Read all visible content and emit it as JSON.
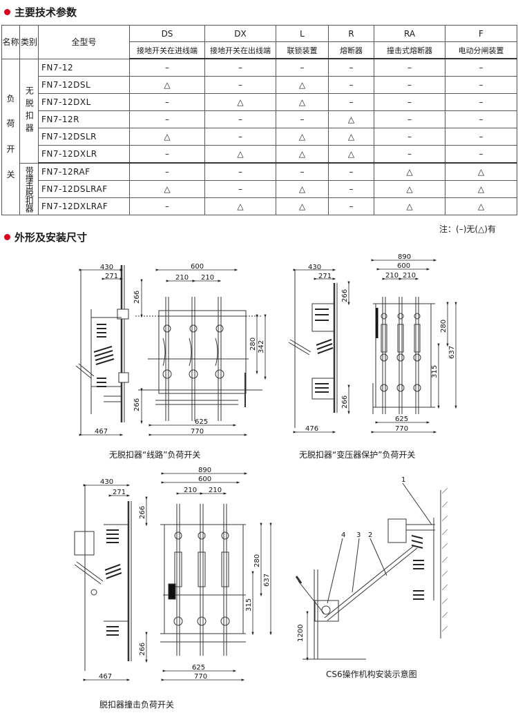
{
  "section1_title": "主要技术参数",
  "section2_title": "外形及安装尺寸",
  "table": {
    "header_name": "名称",
    "header_category": "类别",
    "header_model": "全型号",
    "columns": [
      {
        "code": "DS",
        "desc": "接地开关在进线端"
      },
      {
        "code": "DX",
        "desc": "接地开关在出线端"
      },
      {
        "code": "L",
        "desc": "联锁装置"
      },
      {
        "code": "R",
        "desc": "熔断器"
      },
      {
        "code": "RA",
        "desc": "撞击式熔断器"
      },
      {
        "code": "F",
        "desc": "电动分闸装置"
      }
    ],
    "name_chars": [
      "负",
      "荷",
      "开",
      "关"
    ],
    "group1": "无脱扣器",
    "group2": "带撞击脱扣器",
    "rows": [
      {
        "model": "FN7-12",
        "c": [
          "–",
          "–",
          "–",
          "–",
          "–",
          "–"
        ]
      },
      {
        "model": "FN7-12DSL",
        "c": [
          "△",
          "–",
          "△",
          "–",
          "–",
          "–"
        ]
      },
      {
        "model": "FN7-12DXL",
        "c": [
          "–",
          "△",
          "△",
          "–",
          "–",
          "–"
        ]
      },
      {
        "model": "FN7-12R",
        "c": [
          "–",
          "–",
          "–",
          "△",
          "–",
          "–"
        ]
      },
      {
        "model": "FN7-12DSLR",
        "c": [
          "△",
          "–",
          "△",
          "△",
          "–",
          "–"
        ]
      },
      {
        "model": "FN7-12DXLR",
        "c": [
          "–",
          "△",
          "△",
          "△",
          "–",
          "–"
        ]
      },
      {
        "model": "FN7-12RAF",
        "c": [
          "–",
          "–",
          "–",
          "–",
          "△",
          "△"
        ]
      },
      {
        "model": "FN7-12DSLRAF",
        "c": [
          "△",
          "–",
          "△",
          "–",
          "△",
          "△"
        ]
      },
      {
        "model": "FN7-12DXLRAF",
        "c": [
          "–",
          "△",
          "△",
          "–",
          "△",
          "△"
        ]
      }
    ]
  },
  "note": "注：(–)无(△)有",
  "captions": {
    "d1": "无脱扣器“线路”负荷开关",
    "d2": "无脱扣器“变压器保护”负荷开关",
    "d3": "脱扣器撞击负荷开关",
    "d4": "CS6操作机构安装示意图"
  },
  "dims": {
    "d430": "430",
    "d271": "271",
    "d600": "600",
    "d210": "210",
    "d266": "266",
    "d280": "280",
    "d342": "342",
    "d625": "625",
    "d770": "770",
    "d467": "467",
    "d890": "890",
    "d315": "315",
    "d637": "637",
    "d476": "476",
    "d1200": "1200",
    "n1": "1",
    "n2": "2",
    "n3": "3",
    "n4": "4"
  }
}
